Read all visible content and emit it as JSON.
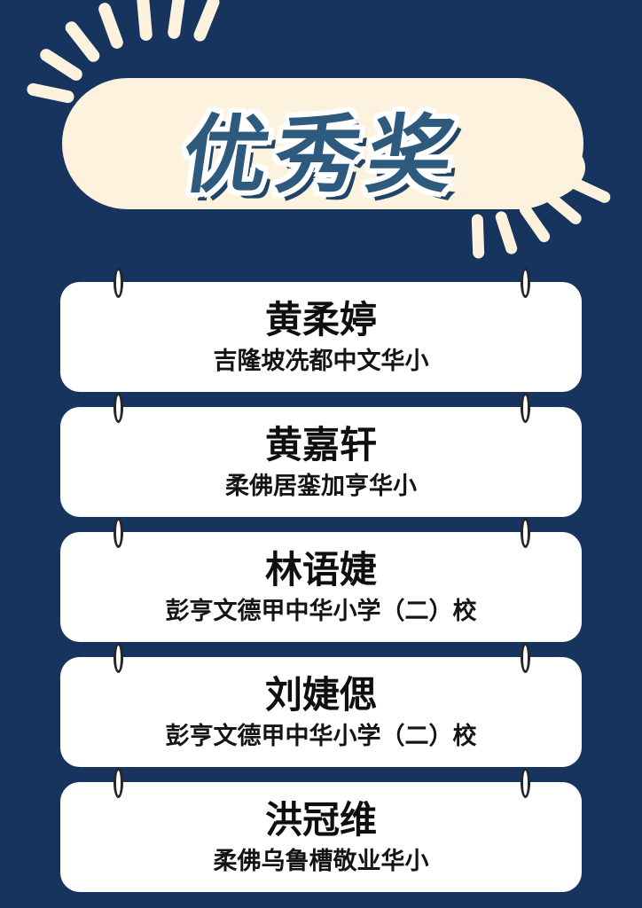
{
  "poster": {
    "title": "优秀奖",
    "colors": {
      "background": "#16345e",
      "banner": "#fdf2dd",
      "title_text": "#2d5a7d",
      "card_background": "#ffffff",
      "card_text": "#111111"
    },
    "awards": [
      {
        "name": "黄柔婷",
        "school": "吉隆坡冼都中文华小"
      },
      {
        "name": "黄嘉轩",
        "school": "柔佛居銮加亨华小"
      },
      {
        "name": "林语婕",
        "school": "彭亨文德甲中华小学（二）校"
      },
      {
        "name": "刘婕偲",
        "school": "彭亨文德甲中华小学（二）校"
      },
      {
        "name": "洪冠维",
        "school": "柔佛乌鲁槽敬业华小"
      }
    ]
  }
}
